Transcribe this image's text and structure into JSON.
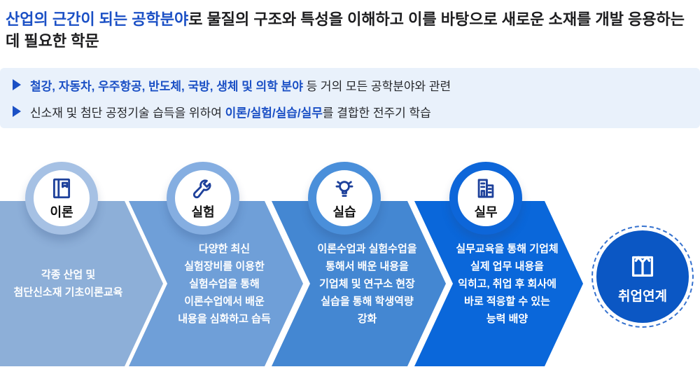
{
  "header": {
    "highlight": "산업의 근간이 되는 공학분야",
    "rest": "로 물질의 구조와 특성을 이해하고 이를 바탕으로 새로운 소재를 개발 응용하는데 필요한 학문"
  },
  "info_box": {
    "bullets": [
      {
        "pre": "",
        "highlight": "철강, 자동차, 우주항공, 반도체, 국방, 생체 및 의학 분야",
        "post": " 등 거의 모든 공학분야와 관련"
      },
      {
        "pre": "신소재 및 첨단 공정기술 습득을 위하여 ",
        "highlight": "이론/실험/실습/실무",
        "post": "를 결합한 전주기 학습"
      }
    ]
  },
  "process": {
    "steps": [
      {
        "label": "이론",
        "icon": "book-icon",
        "description": "각종 산업 및\n첨단신소재 기초이론교육",
        "color": "#8dafd8",
        "ring_color": "#a6c1e4"
      },
      {
        "label": "실험",
        "icon": "wrench-icon",
        "description": "다양한 최신\n실험장비를 이용한\n실험수업을 통해\n이론수업에서 배운\n내용을 심화하고 습득",
        "color": "#6f9fd8",
        "ring_color": "#85aee1"
      },
      {
        "label": "실습",
        "icon": "lightbulb-icon",
        "description": "이론수업과 실험수업을\n통해서 배운 내용을\n기업체 및 연구소 현장\n실습을 통해 학생역량\n강화",
        "color": "#4487d2",
        "ring_color": "#4a8fda"
      },
      {
        "label": "실무",
        "icon": "building-icon",
        "description": "실무교육을 통해 기업체\n실제 업무 내용을\n익히고, 취업 후 회사에\n바로 적응할 수 있는\n능력 배양",
        "color": "#0a67da",
        "ring_color": "#0d66d9"
      }
    ],
    "outcome": {
      "label": "취업연계",
      "icon": "shirt-icon",
      "color": "#0b57c4"
    }
  },
  "colors": {
    "title_highlight": "#1b50c5",
    "info_background": "#e9f1fb",
    "bullet_arrow": "#1b50c5",
    "icon_stroke": "#1e419b",
    "outcome_dashed_border": "#3672cf"
  }
}
